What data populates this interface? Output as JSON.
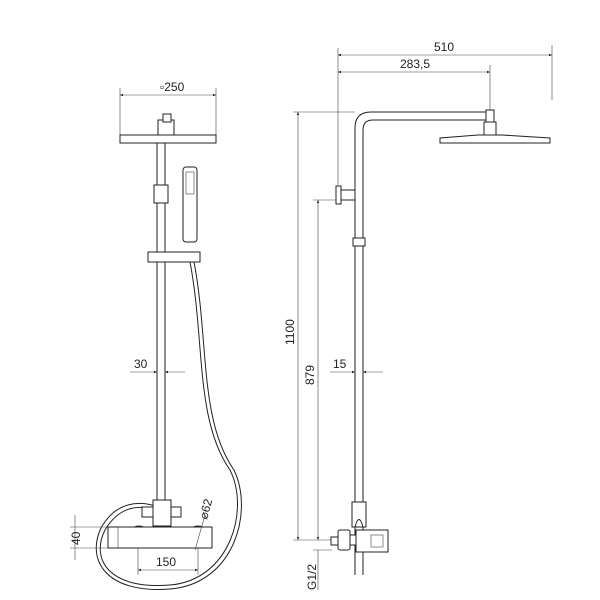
{
  "front_view": {
    "head_width": "▫250",
    "rail_offset": "30",
    "knob_diameter": "⌀62",
    "body_height": "40",
    "inlet_spacing": "150"
  },
  "side_view": {
    "arm_reach": "510",
    "head_center": "283,5",
    "total_height": "1100",
    "bracket_height": "879",
    "pipe_offset": "15",
    "thread": "G1/2"
  }
}
